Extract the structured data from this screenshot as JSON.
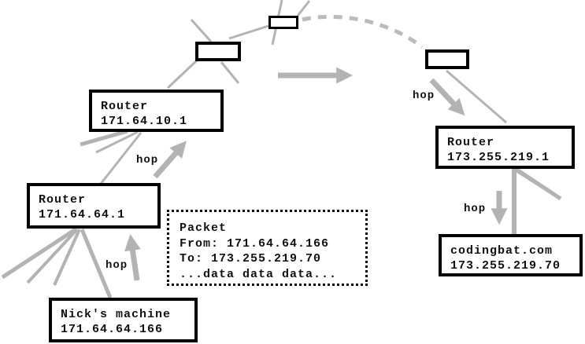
{
  "diagram": {
    "boxes": {
      "router1": {
        "line1": "Router",
        "line2": "171.64.10.1"
      },
      "router2": {
        "line1": "Router",
        "line2": "171.64.64.1"
      },
      "router3": {
        "line1": "Router",
        "line2": "173.255.219.1"
      },
      "codingbat": {
        "line1": "codingbat.com",
        "line2": "173.255.219.70"
      },
      "nicks_machine": {
        "line1": "Nick's machine",
        "line2": "171.64.64.166"
      },
      "packet": {
        "line1": "Packet",
        "line2": "From: 171.64.64.166",
        "line3": "To: 173.255.219.70",
        "line4": "...data data data..."
      }
    },
    "labels": {
      "hop1": "hop",
      "hop2": "hop",
      "hop3": "hop",
      "hop4": "hop"
    },
    "colors": {
      "background": "#ffffff",
      "box_border": "#000000",
      "link_gray": "#b3b3b3",
      "dashed_gray": "#bbbbbb",
      "text": "#111111"
    }
  }
}
